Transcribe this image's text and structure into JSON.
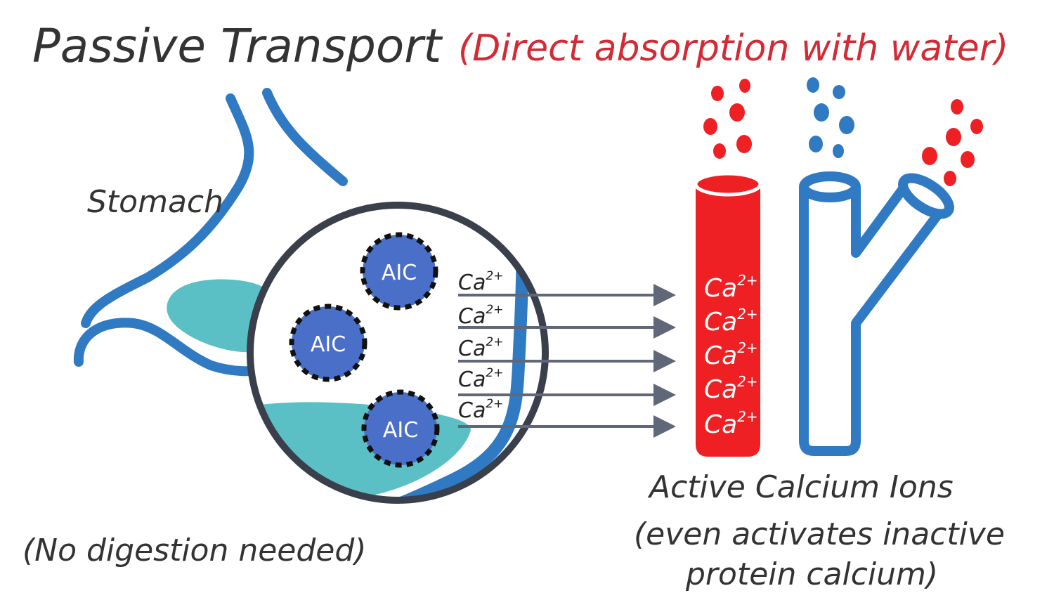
{
  "title": "Passive Transport",
  "subtitle": "(Direct absorption with water)",
  "stomach_label": "Stomach",
  "digestion_note": "(No digestion needed)",
  "particles": [
    {
      "label": "AIC"
    },
    {
      "label": "AIC"
    },
    {
      "label": "AIC"
    }
  ],
  "ion_label": {
    "base": "Ca",
    "charge": "2+"
  },
  "arrow_ion_count": 5,
  "vessel_ion_count": 5,
  "ions_caption": {
    "line1": "Active Calcium Ions",
    "line2": "(even activates inactive",
    "line3": "protein calcium)"
  },
  "colors": {
    "title": "#333333",
    "subtitle": "#d42a36",
    "stomach_outline": "#2f7ac2",
    "fluid": "#5bbfc6",
    "particle_fill": "#4a6fc9",
    "artery": "#ee2024",
    "vein": "#2f7ac2",
    "arrow": "#5f6778",
    "lens_ring": "#3a3f4c"
  }
}
